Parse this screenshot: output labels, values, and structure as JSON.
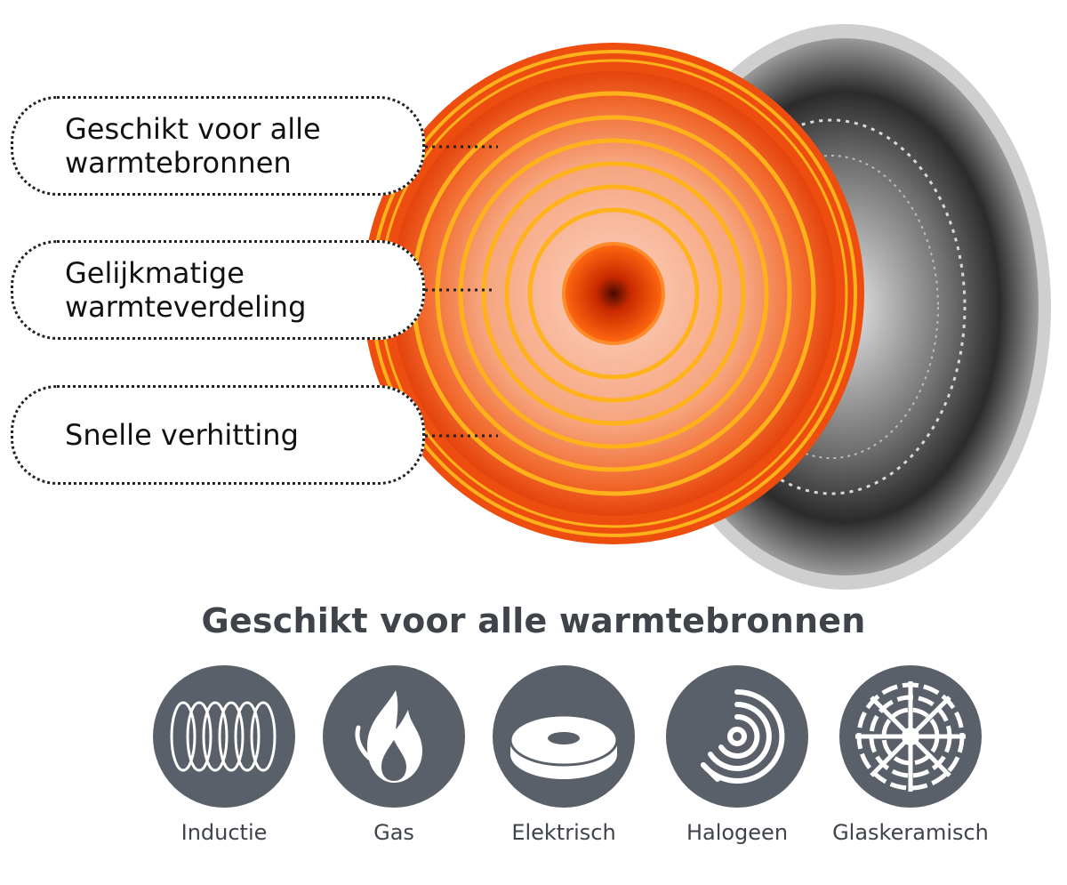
{
  "callouts": {
    "sources": "Geschikt voor alle\nwarmtebronnen",
    "distribution": "Gelijkmatige\nwarmteverdeling",
    "heating": "Snelle verhitting"
  },
  "heading": "Geschikt voor alle warmtebronnen",
  "heat_sources": [
    {
      "label": "Inductie",
      "icon": "induction-coil-icon"
    },
    {
      "label": "Gas",
      "icon": "gas-flame-icon"
    },
    {
      "label": "Elektrisch",
      "icon": "electric-plate-icon"
    },
    {
      "label": "Halogeen",
      "icon": "halogen-spiral-icon"
    },
    {
      "label": "Glaskeramisch",
      "icon": "glass-ceramic-icon"
    }
  ],
  "colors": {
    "icon_fill": "#5a6069",
    "text_dark": "#3f434a",
    "hot_orange": "#f05a1a",
    "ring_yellow": "#ffb21a"
  }
}
